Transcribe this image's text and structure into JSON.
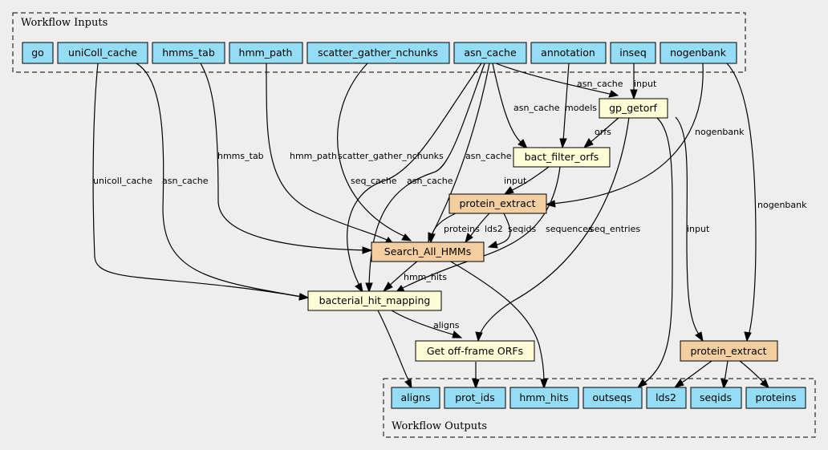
{
  "clusters": {
    "inputs": {
      "label": "Workflow Inputs"
    },
    "outputs": {
      "label": "Workflow Outputs"
    }
  },
  "nodes": {
    "in_go": {
      "label": "go",
      "kind": "io"
    },
    "in_unicoll_cache": {
      "label": "uniColl_cache",
      "kind": "io"
    },
    "in_hmms_tab": {
      "label": "hmms_tab",
      "kind": "io"
    },
    "in_hmm_path": {
      "label": "hmm_path",
      "kind": "io"
    },
    "in_scatter_gather_nchunks": {
      "label": "scatter_gather_nchunks",
      "kind": "io"
    },
    "in_asn_cache": {
      "label": "asn_cache",
      "kind": "io"
    },
    "in_annotation": {
      "label": "annotation",
      "kind": "io"
    },
    "in_inseq": {
      "label": "inseq",
      "kind": "io"
    },
    "in_nogenbank": {
      "label": "nogenbank",
      "kind": "io"
    },
    "step_gp_getorf": {
      "label": "gp_getorf",
      "kind": "tool"
    },
    "step_bact_filter_orfs": {
      "label": "bact_filter_orfs",
      "kind": "tool"
    },
    "step_protein_extract_1": {
      "label": "protein_extract",
      "kind": "sub"
    },
    "step_search_all_hmms": {
      "label": "Search_All_HMMs",
      "kind": "sub"
    },
    "step_bacterial_hit_mapping": {
      "label": "bacterial_hit_mapping",
      "kind": "tool"
    },
    "step_get_off_frame_orfs": {
      "label": "Get off-frame ORFs",
      "kind": "tool"
    },
    "step_protein_extract_2": {
      "label": "protein_extract",
      "kind": "sub"
    },
    "out_aligns": {
      "label": "aligns",
      "kind": "io"
    },
    "out_prot_ids": {
      "label": "prot_ids",
      "kind": "io"
    },
    "out_hmm_hits": {
      "label": "hmm_hits",
      "kind": "io"
    },
    "out_outseqs": {
      "label": "outseqs",
      "kind": "io"
    },
    "out_lds2": {
      "label": "lds2",
      "kind": "io"
    },
    "out_seqids": {
      "label": "seqids",
      "kind": "io"
    },
    "out_proteins": {
      "label": "proteins",
      "kind": "io"
    }
  },
  "edges": [
    {
      "from": "in_asn_cache",
      "to": "step_gp_getorf",
      "label": "asn_cache"
    },
    {
      "from": "in_inseq",
      "to": "step_gp_getorf",
      "label": "input"
    },
    {
      "from": "in_asn_cache",
      "to": "step_bact_filter_orfs",
      "label": "asn_cache"
    },
    {
      "from": "in_annotation",
      "to": "step_bact_filter_orfs",
      "label": "models"
    },
    {
      "from": "step_gp_getorf",
      "to": "step_bact_filter_orfs",
      "label": "orfs"
    },
    {
      "from": "in_nogenbank",
      "to": "step_protein_extract_1",
      "label": "nogenbank"
    },
    {
      "from": "step_bact_filter_orfs",
      "to": "step_protein_extract_1",
      "label": "input"
    },
    {
      "from": "in_hmms_tab",
      "to": "step_search_all_hmms",
      "label": "hmms_tab"
    },
    {
      "from": "in_hmm_path",
      "to": "step_search_all_hmms",
      "label": "hmm_path"
    },
    {
      "from": "in_scatter_gather_nchunks",
      "to": "step_search_all_hmms",
      "label": "scatter_gather_nchunks"
    },
    {
      "from": "in_asn_cache",
      "to": "step_search_all_hmms",
      "label": "asn_cache"
    },
    {
      "from": "step_protein_extract_1",
      "to": "step_search_all_hmms",
      "label": "proteins"
    },
    {
      "from": "step_protein_extract_1",
      "to": "step_search_all_hmms",
      "label": "lds2"
    },
    {
      "from": "step_protein_extract_1",
      "to": "step_search_all_hmms",
      "label": "seqids"
    },
    {
      "from": "in_unicoll_cache",
      "to": "step_bacterial_hit_mapping",
      "label": "unicoll_cache"
    },
    {
      "from": "in_unicoll_cache",
      "to": "step_bacterial_hit_mapping",
      "label": "asn_cache"
    },
    {
      "from": "in_asn_cache",
      "to": "step_bacterial_hit_mapping",
      "label": "seq_cache"
    },
    {
      "from": "in_asn_cache",
      "to": "step_bacterial_hit_mapping",
      "label": "asn_cache"
    },
    {
      "from": "step_bact_filter_orfs",
      "to": "step_bacterial_hit_mapping",
      "label": "sequences"
    },
    {
      "from": "step_search_all_hmms",
      "to": "step_bacterial_hit_mapping",
      "label": "hmm_hits"
    },
    {
      "from": "step_gp_getorf",
      "to": "step_get_off_frame_orfs",
      "label": "seq_entries"
    },
    {
      "from": "step_bacterial_hit_mapping",
      "to": "step_get_off_frame_orfs",
      "label": "aligns"
    },
    {
      "from": "step_gp_getorf",
      "to": "step_protein_extract_2",
      "label": "input"
    },
    {
      "from": "in_nogenbank",
      "to": "step_protein_extract_2",
      "label": "nogenbank"
    },
    {
      "from": "step_bacterial_hit_mapping",
      "to": "out_aligns",
      "label": ""
    },
    {
      "from": "step_get_off_frame_orfs",
      "to": "out_prot_ids",
      "label": ""
    },
    {
      "from": "step_search_all_hmms",
      "to": "out_hmm_hits",
      "label": ""
    },
    {
      "from": "step_gp_getorf",
      "to": "out_outseqs",
      "label": ""
    },
    {
      "from": "step_protein_extract_2",
      "to": "out_lds2",
      "label": ""
    },
    {
      "from": "step_protein_extract_2",
      "to": "out_seqids",
      "label": ""
    },
    {
      "from": "step_protein_extract_2",
      "to": "out_proteins",
      "label": ""
    }
  ]
}
